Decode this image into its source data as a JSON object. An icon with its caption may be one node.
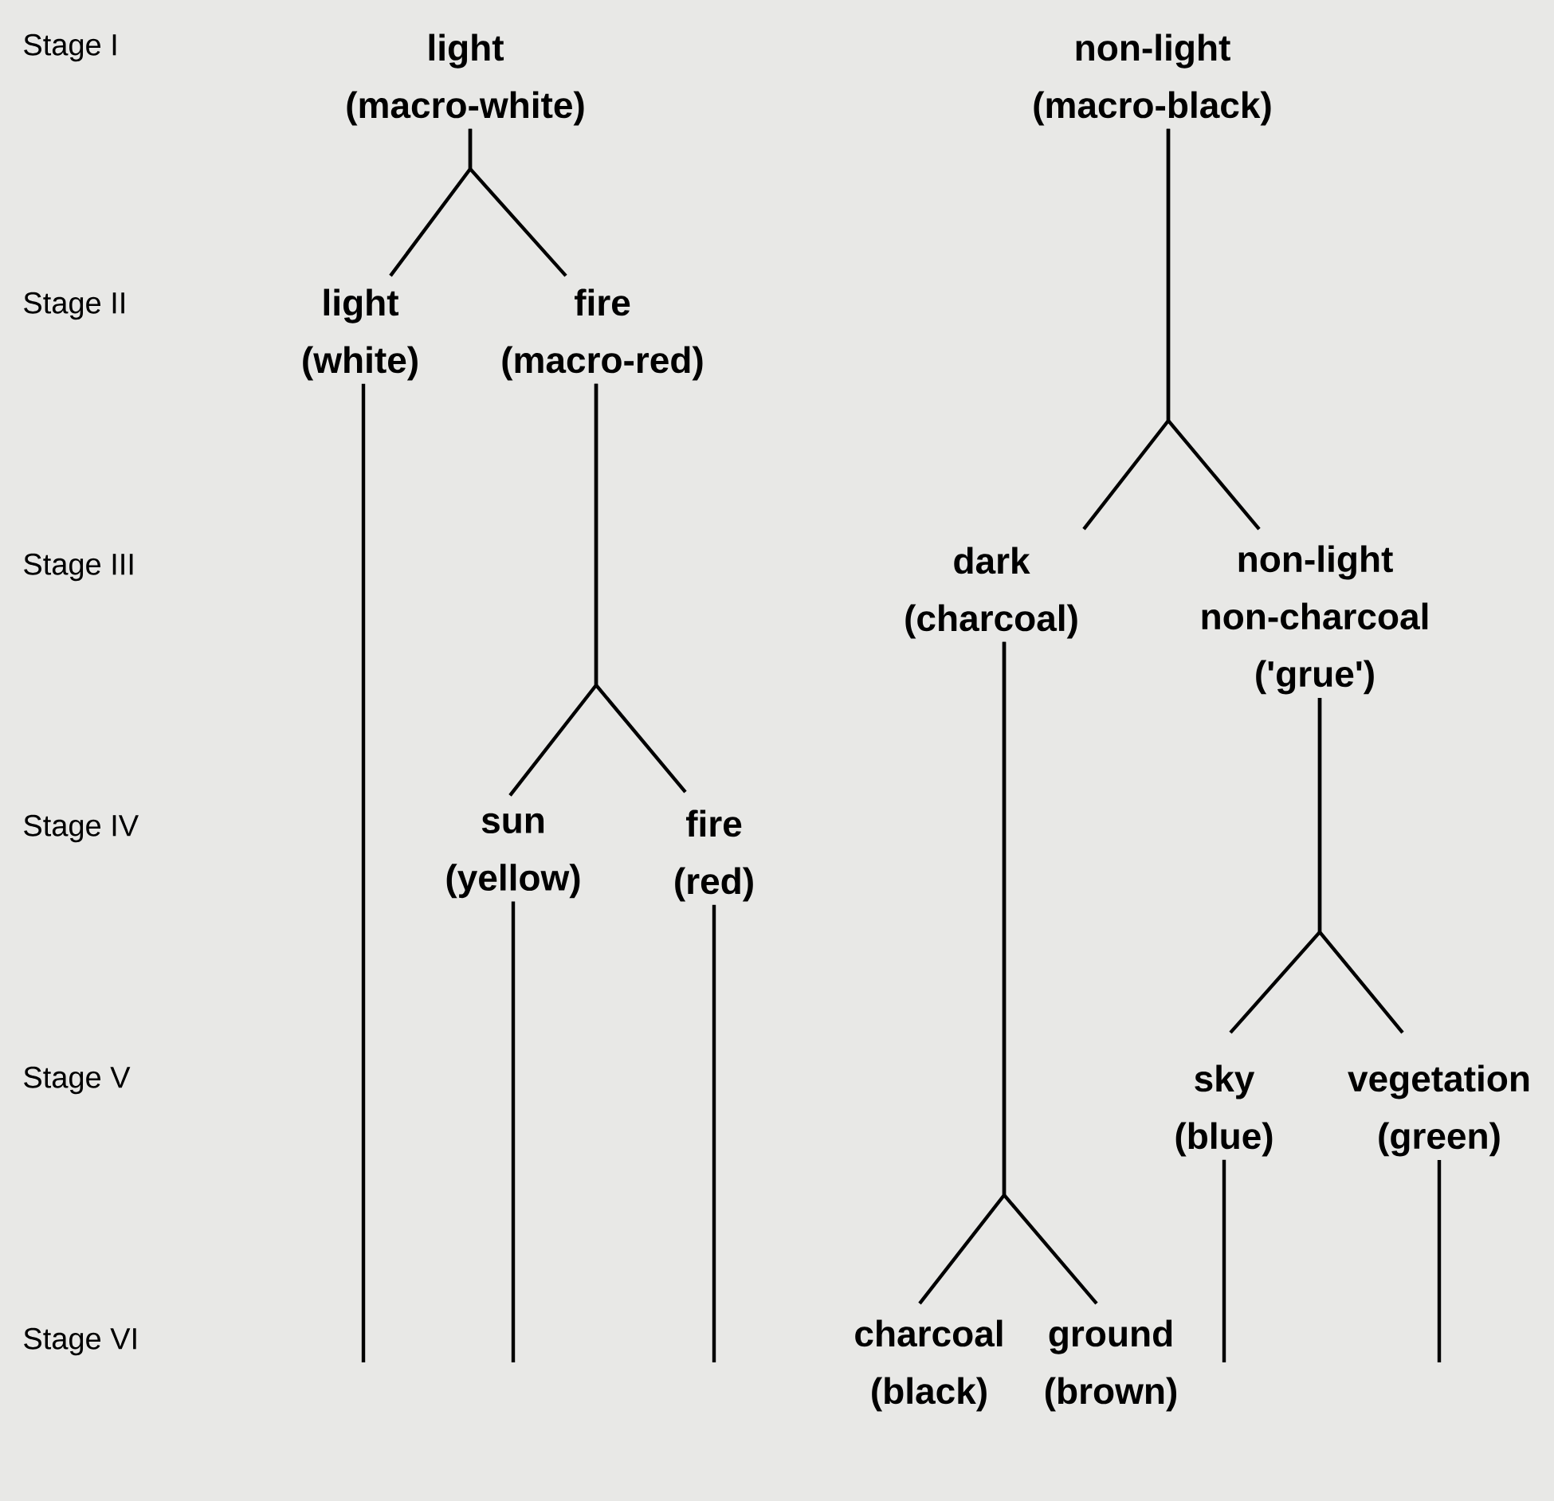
{
  "diagram": {
    "nodes": [
      {
        "text": [
          "light",
          "(macro-white)"
        ]
      },
      {
        "text": [
          "non-light",
          "(macro-black)"
        ]
      },
      {
        "text": [
          "light",
          "(white)"
        ]
      },
      {
        "text": [
          "fire",
          "(macro-red)"
        ]
      },
      {
        "text": [
          "dark",
          "(charcoal)"
        ]
      },
      {
        "text": [
          "non-light non-charcoal",
          "('grue')"
        ]
      },
      {
        "text": [
          "sun",
          "(yellow)"
        ]
      },
      {
        "text": [
          "fire",
          "(red)"
        ]
      },
      {
        "text": [
          "sky",
          "(blue)"
        ]
      },
      {
        "text": [
          "vegetation",
          "(green)"
        ]
      },
      {
        "text": [
          "charcoal",
          "(black)"
        ]
      },
      {
        "text": [
          "ground",
          "(brown)"
        ]
      }
    ],
    "edges": [
      {
        "from": 0,
        "to": 2,
        "arrow": "none"
      },
      {
        "from": 0,
        "to": 3,
        "arrow": "none"
      },
      {
        "from": 1,
        "to": 4,
        "arrow": "none"
      },
      {
        "from": 1,
        "to": 5,
        "arrow": "none"
      },
      {
        "from": 3,
        "to": 6,
        "arrow": "none"
      },
      {
        "from": 3,
        "to": 7,
        "arrow": "none"
      },
      {
        "from": 4,
        "to": 10,
        "arrow": "none"
      },
      {
        "from": 4,
        "to": 11,
        "arrow": "none"
      },
      {
        "from": 5,
        "to": 8,
        "arrow": "none"
      },
      {
        "from": 5,
        "to": 9,
        "arrow": "none"
      },
      {
        "from": 2,
        "to": null,
        "arrow": "none"
      },
      {
        "from": 6,
        "to": null,
        "arrow": "none"
      },
      {
        "from": 7,
        "to": null,
        "arrow": "none"
      },
      {
        "from": 8,
        "to": null,
        "arrow": "none"
      },
      {
        "from": 9,
        "to": null,
        "arrow": "none"
      }
    ],
    "labels": [
      "Stage I",
      "Stage II",
      "Stage III",
      "Stage IV",
      "Stage V",
      "Stage VI"
    ]
  }
}
